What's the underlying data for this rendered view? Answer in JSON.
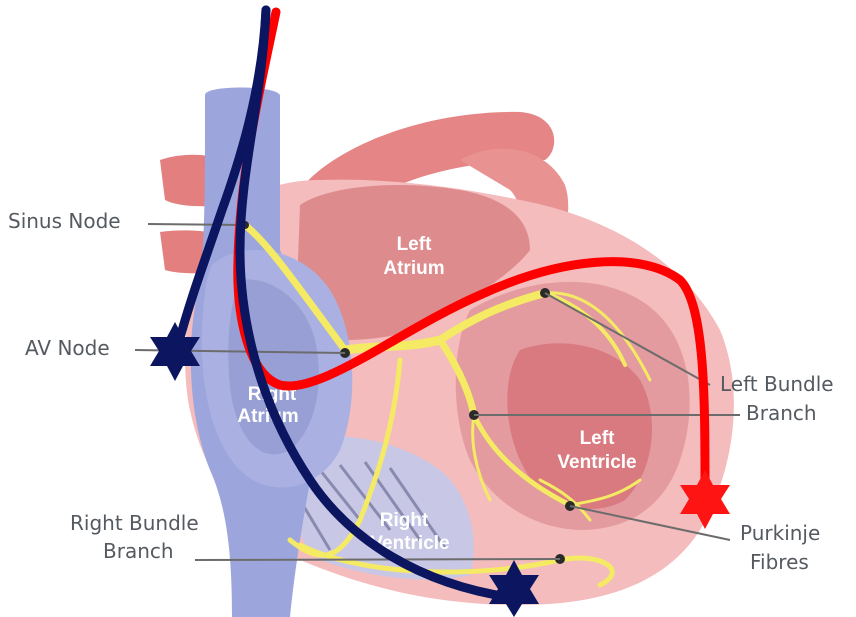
{
  "labels": {
    "sinus_node": "Sinus Node",
    "av_node": "AV Node",
    "right_bundle_branch_line1": "Right Bundle",
    "right_bundle_branch_line2": "Branch",
    "left_bundle_branch_line1": "Left Bundle",
    "left_bundle_branch_line2": "Branch",
    "purkinje_line1": "Purkinje",
    "purkinje_line2": "Fibres"
  },
  "chambers": {
    "left_atrium_line1": "Left",
    "left_atrium_line2": "Atrium",
    "right_atrium_line1": "Right",
    "right_atrium_line2": "Atrium",
    "left_ventricle_line1": "Left",
    "left_ventricle_line2": "Ventricle",
    "right_ventricle_line1": "Right",
    "right_ventricle_line2": "Ventricle"
  },
  "colors": {
    "red_path": "#ff0000",
    "navy_path": "#0c1660",
    "conduction": "#f5ea64",
    "heart_wall": "#f2b3b3",
    "vessel": "#9aa3d8"
  }
}
